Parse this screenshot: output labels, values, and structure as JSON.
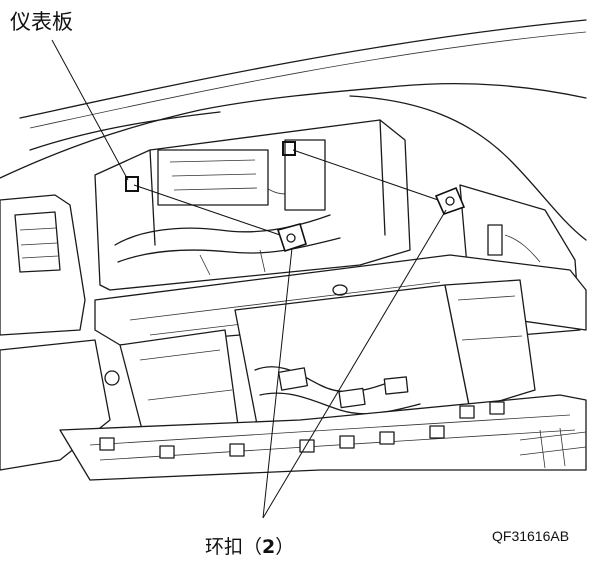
{
  "labels": {
    "dashboard": "仪表板",
    "clip_text": "环扣（",
    "clip_count": "2",
    "clip_close": "）",
    "figure_code": "QF31616AB"
  }
}
